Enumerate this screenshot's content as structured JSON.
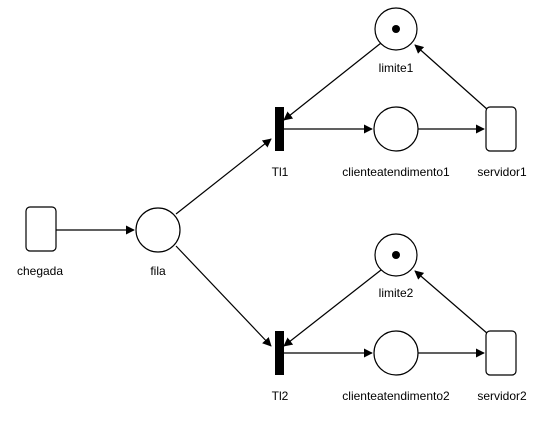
{
  "diagram": {
    "type": "petri-net",
    "colors": {
      "stroke": "#000000",
      "fill": "#ffffff",
      "transition_fill": "#000000",
      "background": "#ffffff"
    },
    "labels": {
      "chegada": "chegada",
      "fila": "fila",
      "tl1": "Tl1",
      "tl2": "Tl2",
      "limite1": "limite1",
      "limite2": "limite2",
      "clienteatendimento1": "clienteatendimento1",
      "clienteatendimento2": "clienteatendimento2",
      "servidor1": "servidor1",
      "servidor2": "servidor2"
    },
    "places": [
      {
        "id": "fila",
        "tokens": 0
      },
      {
        "id": "limite1",
        "tokens": 1
      },
      {
        "id": "clienteatendimento1",
        "tokens": 0
      },
      {
        "id": "limite2",
        "tokens": 1
      },
      {
        "id": "clienteatendimento2",
        "tokens": 0
      }
    ],
    "transitions": [
      {
        "id": "chegada",
        "kind": "timed"
      },
      {
        "id": "tl1",
        "kind": "immediate"
      },
      {
        "id": "servidor1",
        "kind": "timed"
      },
      {
        "id": "tl2",
        "kind": "immediate"
      },
      {
        "id": "servidor2",
        "kind": "timed"
      }
    ],
    "arcs": [
      {
        "from": "chegada",
        "to": "fila"
      },
      {
        "from": "fila",
        "to": "tl1"
      },
      {
        "from": "fila",
        "to": "tl2"
      },
      {
        "from": "limite1",
        "to": "tl1"
      },
      {
        "from": "tl1",
        "to": "clienteatendimento1"
      },
      {
        "from": "clienteatendimento1",
        "to": "servidor1"
      },
      {
        "from": "servidor1",
        "to": "limite1"
      },
      {
        "from": "limite2",
        "to": "tl2"
      },
      {
        "from": "tl2",
        "to": "clienteatendimento2"
      },
      {
        "from": "clienteatendimento2",
        "to": "servidor2"
      },
      {
        "from": "servidor2",
        "to": "limite2"
      }
    ]
  }
}
